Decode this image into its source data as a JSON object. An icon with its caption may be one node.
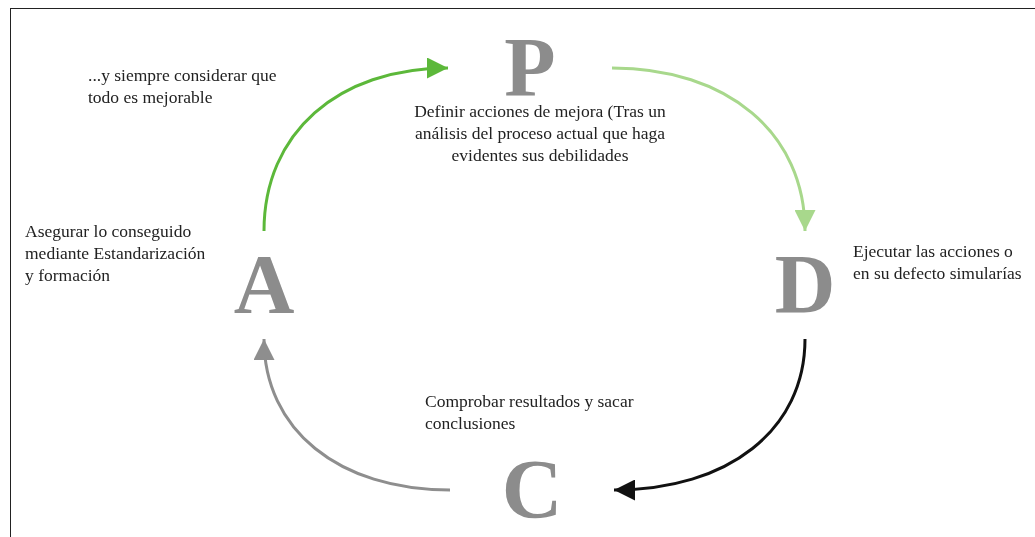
{
  "diagram": {
    "nodes": [
      {
        "text": [
          "P"
        ],
        "beside": [
          "Definir acciones de mejora (Tras un análisis del proceso actual que haga evidentes sus debilidades"
        ]
      },
      {
        "text": [
          "D"
        ],
        "beside": [
          "Ejecutar las acciones o en su defecto simularías"
        ]
      },
      {
        "text": [
          "C"
        ],
        "beside": [
          "Comprobar resultados y sacar conclusiones"
        ]
      },
      {
        "text": [
          "A"
        ],
        "beside": [
          "Asegurar lo conseguido mediante Estandarización y formación"
        ]
      }
    ],
    "edges": [
      {
        "from": 0,
        "to": 1,
        "arrow": "to",
        "color": "#a8d88c"
      },
      {
        "from": 1,
        "to": 2,
        "arrow": "to",
        "color": "#111111"
      },
      {
        "from": 2,
        "to": 3,
        "arrow": "to",
        "color": "#8e8e8e"
      },
      {
        "from": 3,
        "to": 0,
        "arrow": "to",
        "color": "#5cb83a"
      }
    ],
    "labels": [
      "...y siempre considerar que todo es mejorable"
    ]
  }
}
